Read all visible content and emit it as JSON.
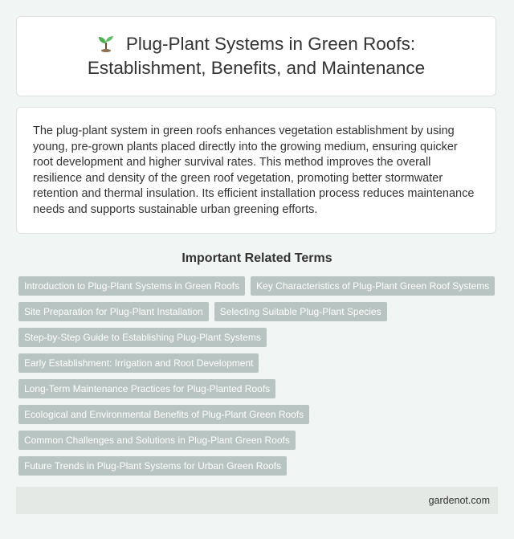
{
  "header": {
    "title_line1": "Plug-Plant Systems in Green Roofs:",
    "title_line2": "Establishment, Benefits, and Maintenance",
    "icon": "seedling-icon"
  },
  "description": "The plug-plant system in green roofs enhances vegetation establishment by using young, pre-grown plants placed directly into the growing medium, ensuring quicker root development and higher survival rates. This method improves the overall resilience and density of the green roof vegetation, promoting better stormwater retention and thermal insulation. Its efficient installation process reduces maintenance needs and supports sustainable urban greening efforts.",
  "related": {
    "heading": "Important Related Terms",
    "terms": [
      "Introduction to Plug-Plant Systems in Green Roofs",
      "Key Characteristics of Plug-Plant Green Roof Systems",
      "Site Preparation for Plug-Plant Installation",
      "Selecting Suitable Plug-Plant Species",
      "Step-by-Step Guide to Establishing Plug-Plant Systems",
      "Early Establishment: Irrigation and Root Development",
      "Long-Term Maintenance Practices for Plug-Planted Roofs",
      "Ecological and Environmental Benefits of Plug-Plant Green Roofs",
      "Common Challenges and Solutions in Plug-Plant Green Roofs",
      "Future Trends in Plug-Plant Systems for Urban Green Roofs"
    ]
  },
  "footer": {
    "site": "gardenot.com"
  },
  "colors": {
    "tag_bg": "#b8c4c1",
    "page_bg": "#f1f5f3",
    "footer_bg": "#e4e9e6"
  }
}
